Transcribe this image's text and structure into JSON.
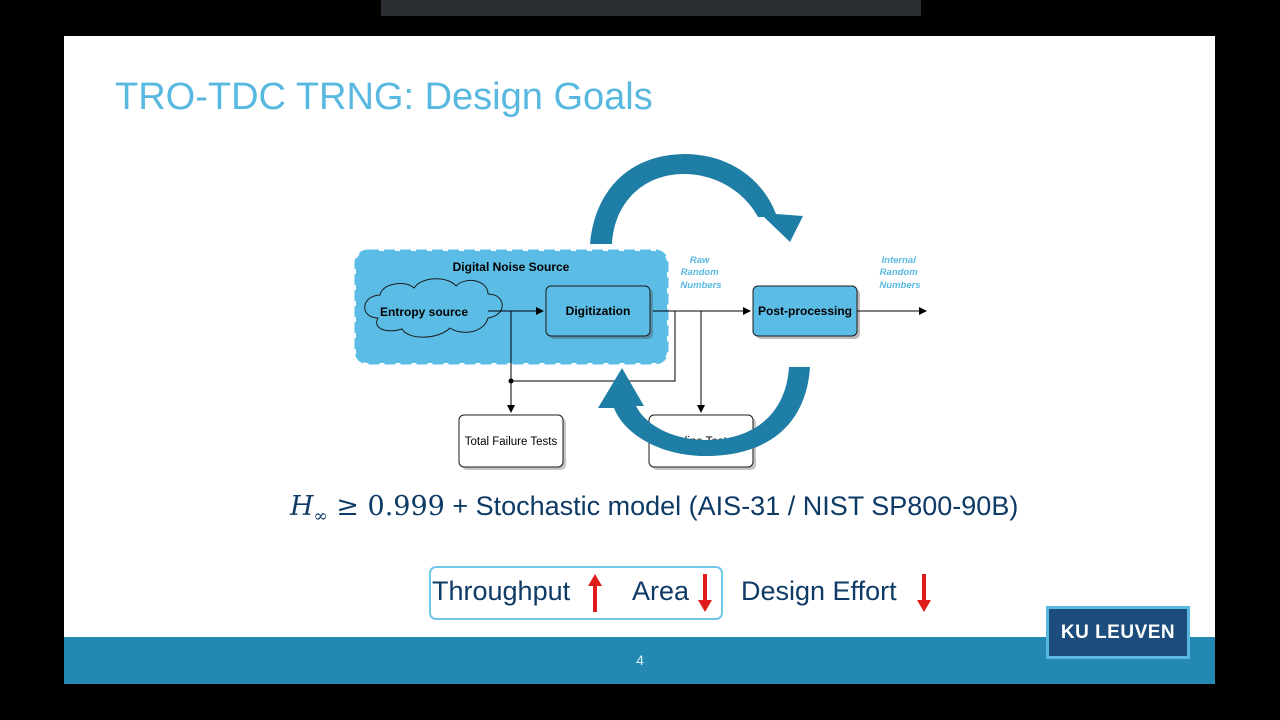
{
  "slide": {
    "title": "TRO-TDC TRNG: Design Goals",
    "page_number": "4",
    "logo_text": "KU LEUVEN"
  },
  "diagram": {
    "noise_source_label": "Digital Noise Source",
    "entropy_label": "Entropy source",
    "digitization_label": "Digitization",
    "postprocessing_label": "Post-processing",
    "raw_label": [
      "Raw",
      "Random",
      "Numbers"
    ],
    "internal_label": [
      "Internal",
      "Random",
      "Numbers"
    ],
    "total_failure_label": "Total Failure Tests",
    "online_tests_label": "Online Tests"
  },
  "formula": {
    "symbol": "H",
    "subscript": "∞",
    "relation": " ≥ ",
    "value": "0.999",
    "text": " + Stochastic model (AIS-31 / NIST SP800-90B)"
  },
  "goals": {
    "throughput": "Throughput",
    "area": "Area",
    "design_effort": "Design Effort"
  },
  "colors": {
    "title": "#58b8e0",
    "navy": "#0e3a66",
    "arrow_teal": "#1f7ea5",
    "noise_fill": "#5bbde6",
    "up_arrow": "#e01b1b",
    "footer": "#2389b3"
  }
}
